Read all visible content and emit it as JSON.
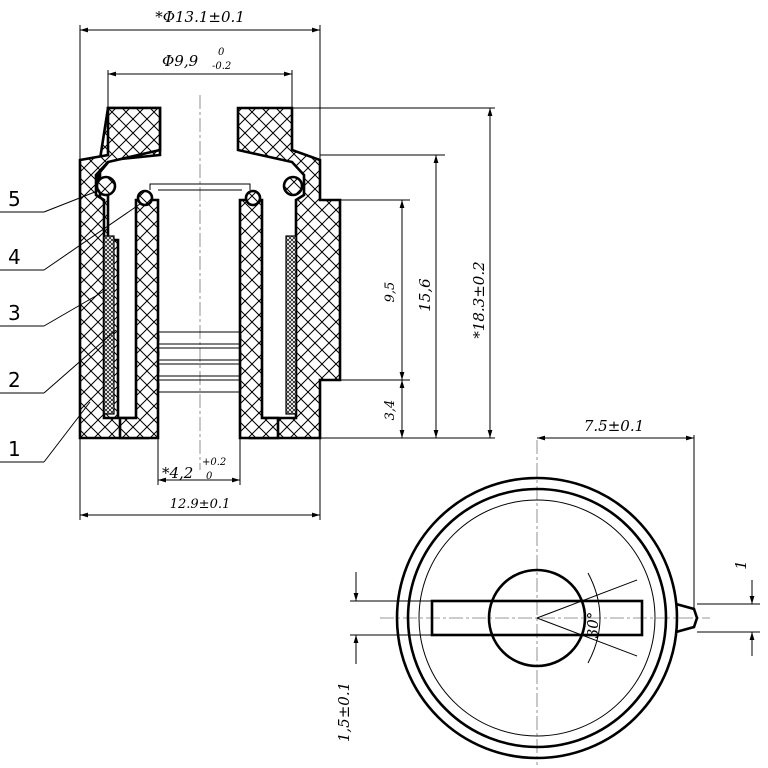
{
  "dimensions": {
    "outer_diameter": "*Φ13.1±0.1",
    "bore_diameter_main": "Φ9,9",
    "bore_tol_upper": "0",
    "bore_tol_lower": "-0.2",
    "flat_height": "9,5",
    "inner_height": "15,6",
    "total_height": "*18.3±0.2",
    "base_height": "3,4",
    "inner_bore_main": "*4,2",
    "inner_bore_tol_upper": "+0.2",
    "inner_bore_tol_lower": "0",
    "base_width": "12.9±0.1",
    "pin_offset": "7.5±0.1",
    "pin_size": "1",
    "slot_width": "1,5±0.1",
    "angle": "30°"
  },
  "part_labels": [
    "5",
    "4",
    "3",
    "2",
    "1"
  ]
}
